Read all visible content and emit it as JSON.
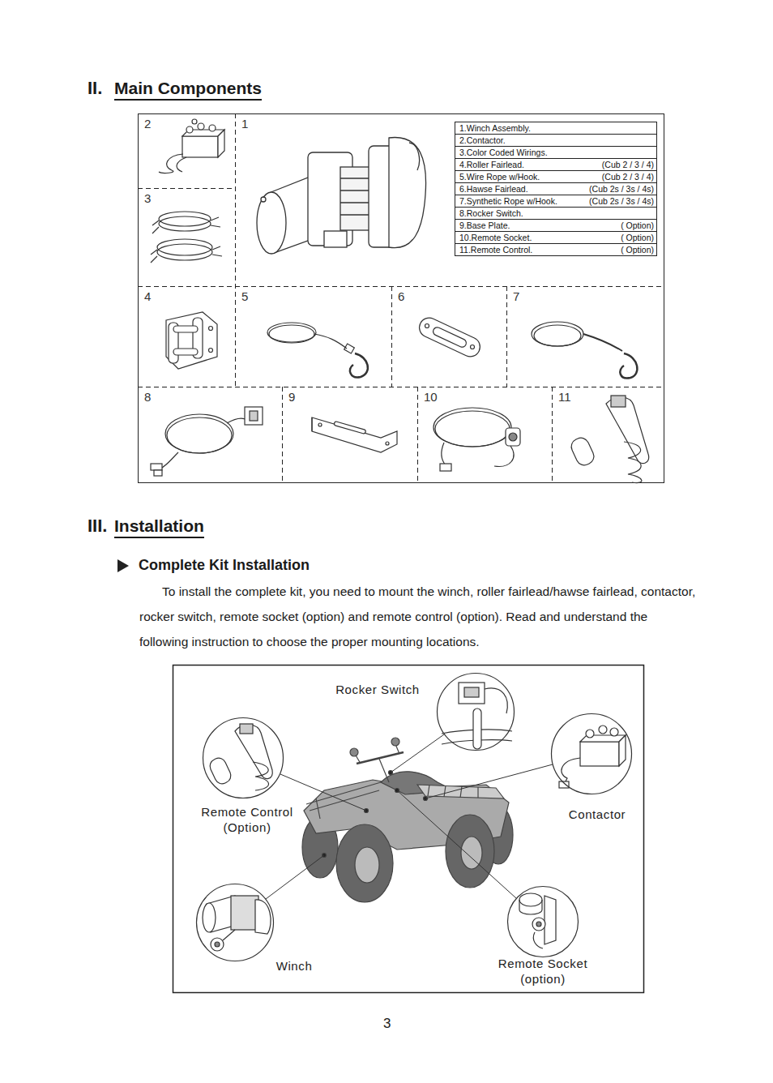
{
  "diagram": {
    "nodes": [
      {
        "text": [
          "2"
        ]
      },
      {
        "text": [
          "3"
        ]
      },
      {
        "text": [
          "1"
        ]
      },
      {
        "text": [
          "1.Winch Assembly.",
          "2.Contactor.",
          "3.Color Coded Wirings.",
          "4.Roller Fairlead.",
          "(Cub 2 / 3 / 4)",
          "5.Wire Rope w/Hook.",
          "(Cub 2 / 3 / 4)",
          "6.Hawse Fairlead.",
          "(Cub 2s / 3s / 4s)",
          "7.Synthetic Rope w/Hook.",
          "(Cub 2s / 3s / 4s)",
          "8.Rocker Switch.",
          "9.Base Plate.",
          "( Option)",
          "10.Remote Socket.",
          "( Option)",
          "11.Remote Control.",
          "( Option)"
        ],
        "in": 2
      },
      {
        "text": [
          "4"
        ]
      },
      {
        "text": [
          "5"
        ]
      },
      {
        "text": [
          "6"
        ]
      },
      {
        "text": [
          "7"
        ]
      },
      {
        "text": [
          "8"
        ]
      },
      {
        "text": [
          "9"
        ]
      },
      {
        "text": [
          "10"
        ]
      },
      {
        "text": [
          "11"
        ]
      },
      {
        "text": [
          "Rocker Switch"
        ]
      },
      {
        "text": [
          "Remote Control (Option)"
        ]
      },
      {
        "text": [
          "Contactor"
        ]
      },
      {
        "text": [
          "Winch"
        ]
      },
      {
        "text": [
          "Remote Socket (option)"
        ]
      }
    ],
    "labels": [
      "II.",
      "Main Components",
      "III.",
      "Installation",
      "Complete Kit Installation",
      "To install the complete kit, you need to mount the winch, roller fairlead/hawse fairlead, contactor, rocker switch, remote socket (option) and remote control (option). Read and understand the following instruction to choose the proper mounting locations.",
      "3"
    ]
  }
}
